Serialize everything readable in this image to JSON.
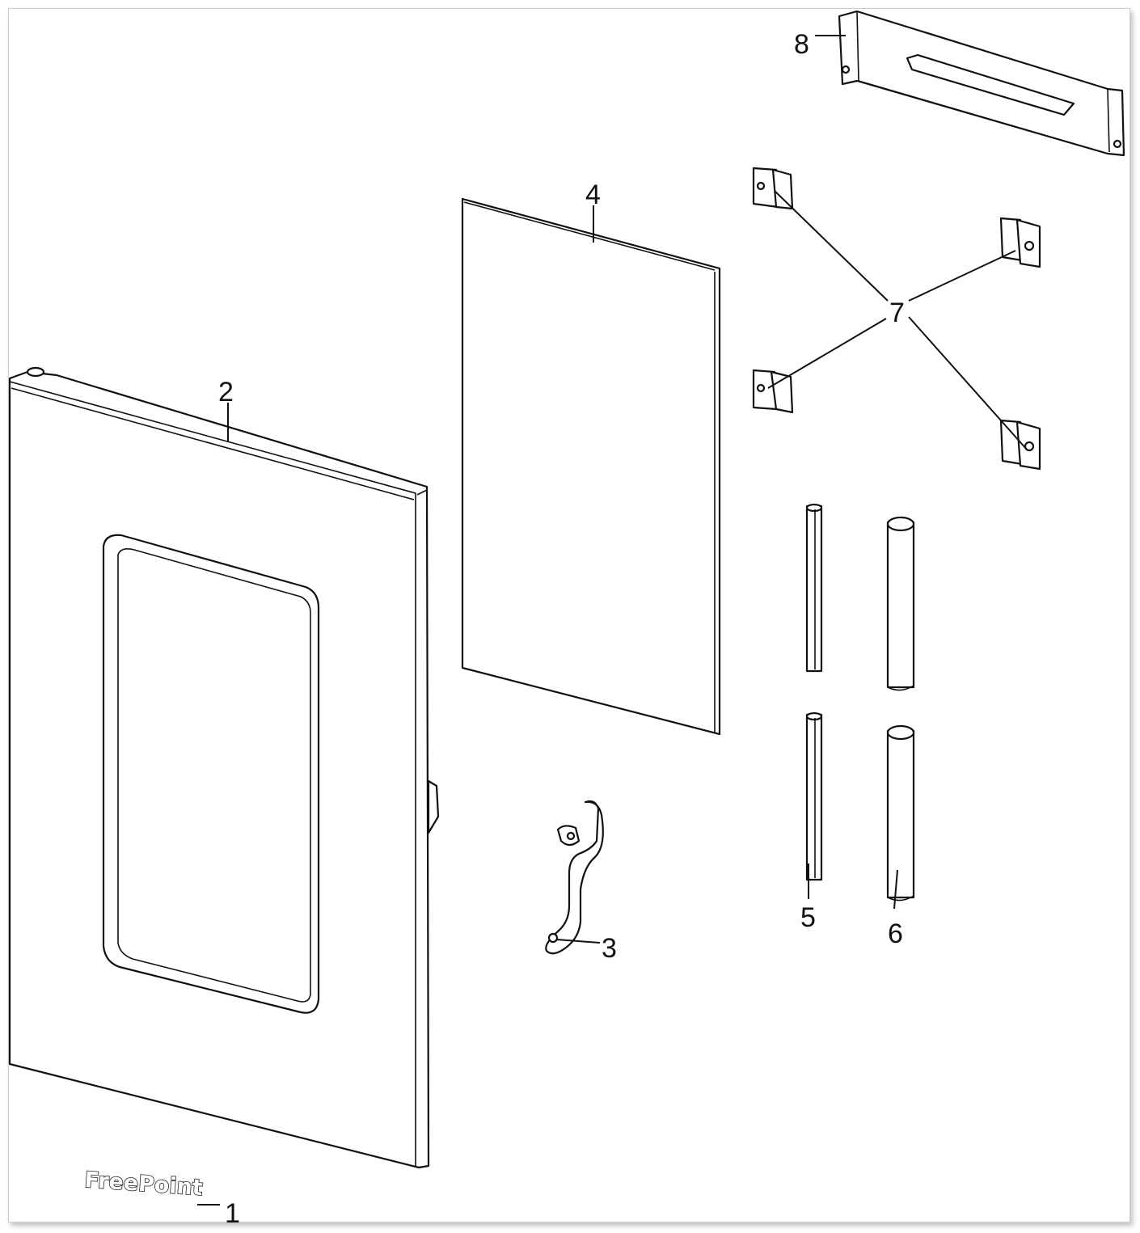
{
  "callouts": {
    "c1": "1",
    "c2": "2",
    "c3": "3",
    "c4": "4",
    "c5": "5",
    "c6": "6",
    "c7": "7",
    "c8": "8"
  },
  "logo": {
    "text": "FreePoint"
  },
  "parts": [
    {
      "ref": "1",
      "name": "FreePoint badge"
    },
    {
      "ref": "2",
      "name": "door frame"
    },
    {
      "ref": "3",
      "name": "latch hook"
    },
    {
      "ref": "4",
      "name": "glass panel"
    },
    {
      "ref": "5",
      "name": "thin rods"
    },
    {
      "ref": "6",
      "name": "thick tubes"
    },
    {
      "ref": "7",
      "name": "corner clips"
    },
    {
      "ref": "8",
      "name": "top vent bracket"
    }
  ]
}
